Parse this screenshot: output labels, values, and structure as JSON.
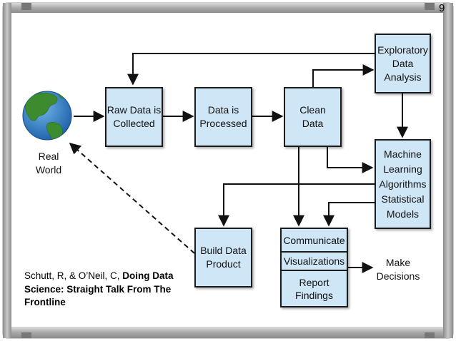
{
  "slide": {
    "page_number": "9"
  },
  "diagram": {
    "nodes": {
      "raw_data": "Raw Data is\nCollected",
      "processed": "Data is\nProcessed",
      "clean": "Clean\nData",
      "eda": "Exploratory\nData\nAnalysis",
      "ml": "Machine\nLearning\nAlgorithms\nStatistical\nModels",
      "product": "Build Data\nProduct",
      "communicate": "Communicate",
      "visualizations": "Visualizations",
      "report": "Report\nFindings"
    },
    "labels": {
      "real_world": "Real\nWorld",
      "decisions": "Make\nDecisions"
    }
  },
  "citation": {
    "authors": "Schutt, R, & O’Neil, C, ",
    "title": "Doing Data Science: Straight Talk From The Frontline"
  },
  "colors": {
    "box_fill": "#cfe6f7",
    "frame": "#b9b9b9",
    "ocean": "#2f7fc7",
    "land": "#3c8b2f"
  }
}
